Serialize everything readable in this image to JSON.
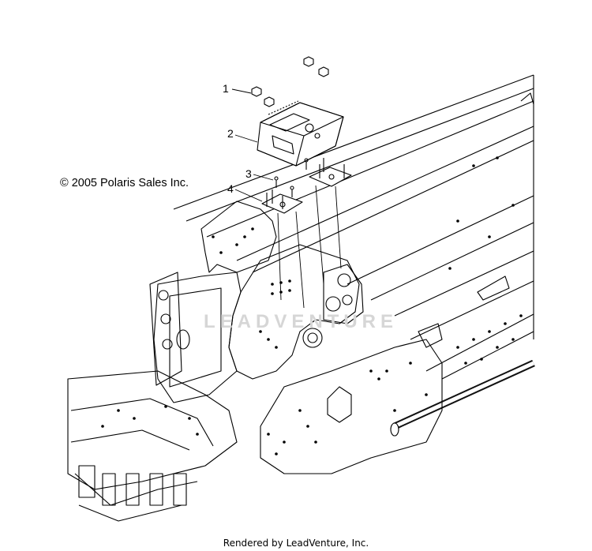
{
  "copyright": "© 2005 Polaris Sales Inc.",
  "callouts": [
    {
      "num": "1"
    },
    {
      "num": "2"
    },
    {
      "num": "3"
    },
    {
      "num": "4"
    }
  ],
  "watermark": "LEADVENTURE",
  "footer": "Rendered by LeadVenture, Inc.",
  "colors": {
    "line": "#000000",
    "background": "#ffffff",
    "watermark": "#d6d6d6"
  }
}
